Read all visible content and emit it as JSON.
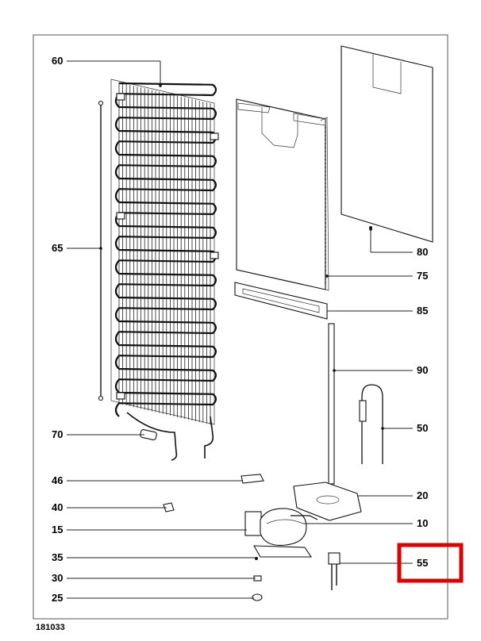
{
  "document_number": "181033",
  "highlight_color": "#e00000",
  "part_labels": {
    "p60": "60",
    "p65": "65",
    "p70": "70",
    "p46": "46",
    "p40": "40",
    "p15": "15",
    "p35": "35",
    "p30": "30",
    "p25": "25",
    "p80": "80",
    "p75": "75",
    "p85": "85",
    "p90": "90",
    "p50": "50",
    "p20": "20",
    "p10": "10",
    "p55": "55"
  }
}
